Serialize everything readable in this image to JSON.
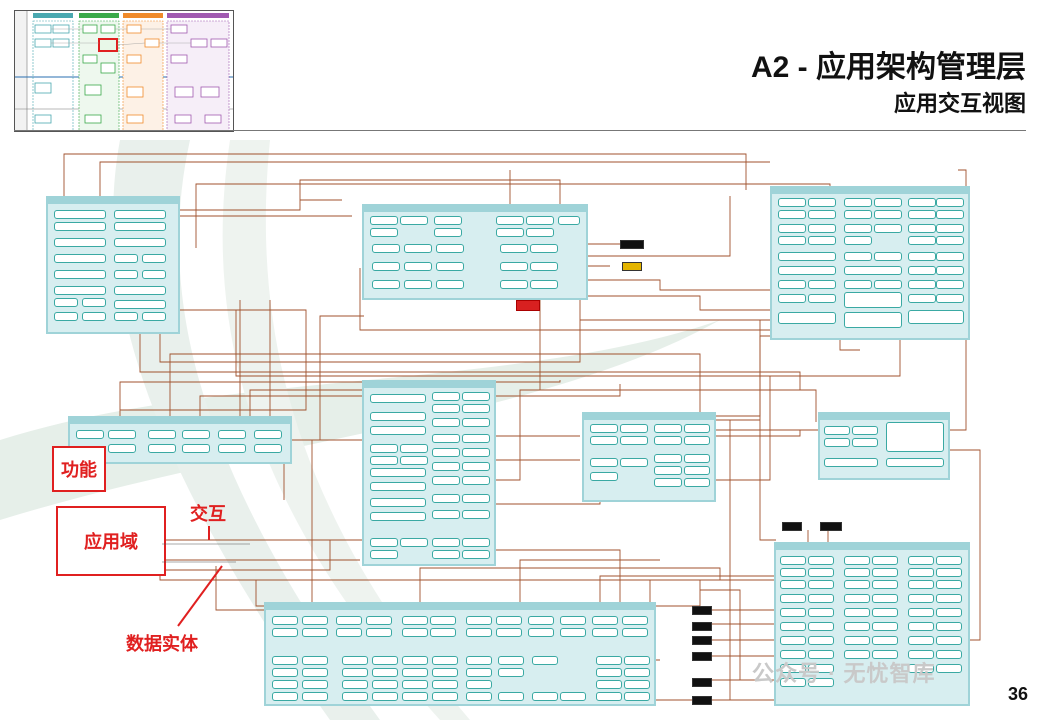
{
  "header": {
    "title": "A2 - 应用架构管理层",
    "subtitle": "应用交互视图"
  },
  "callouts": {
    "function": "功能",
    "application_domain": "应用域",
    "interaction": "交互",
    "data_entity": "数据实体"
  },
  "watermark": "公众号 · 无忧智库",
  "page_number": "36",
  "colors": {
    "domain_fill": "#d7eef0",
    "domain_border": "#9fd3d8",
    "function_border": "#3aa9a3",
    "connector": "#a0522d",
    "callout": "#e02020"
  }
}
